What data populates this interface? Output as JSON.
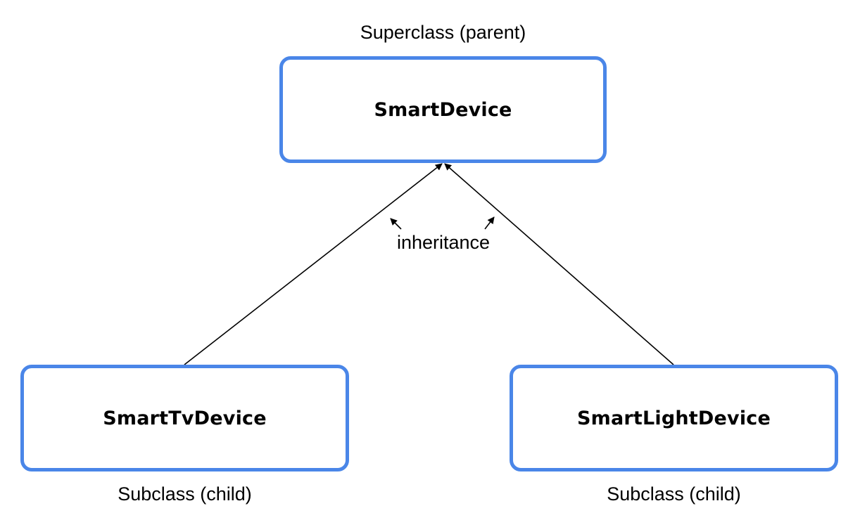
{
  "superclass": {
    "caption": "Superclass (parent)",
    "name": "SmartDevice"
  },
  "subclasses": [
    {
      "name": "SmartTvDevice",
      "caption": "Subclass (child)"
    },
    {
      "name": "SmartLightDevice",
      "caption": "Subclass (child)"
    }
  ],
  "relationship": {
    "label": "inheritance"
  },
  "colors": {
    "box_border": "#4a86e8",
    "line": "#000000",
    "text": "#000000"
  }
}
